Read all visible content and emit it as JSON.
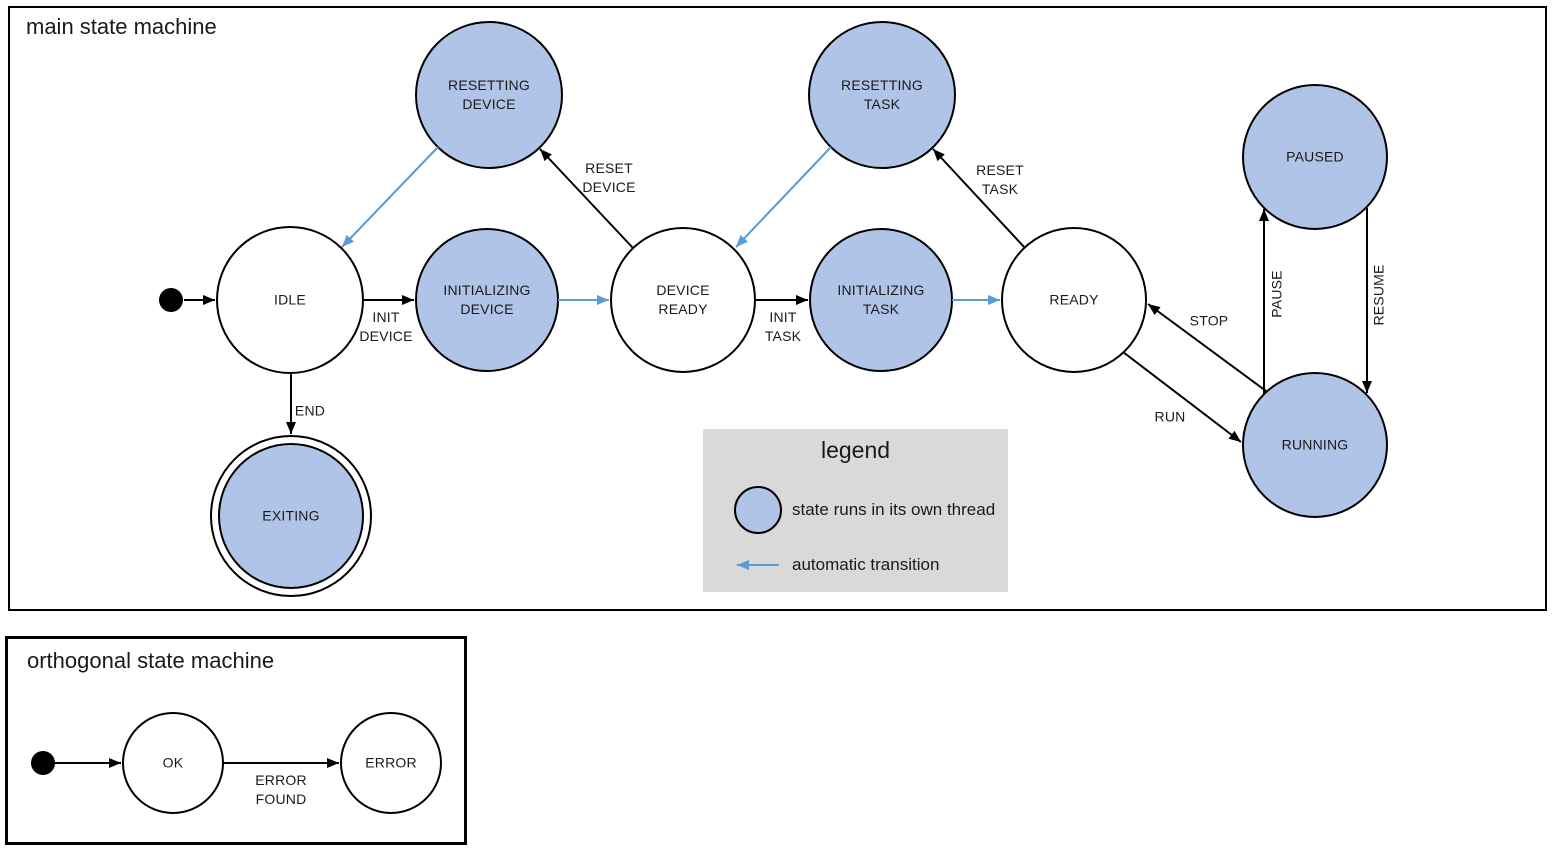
{
  "colors": {
    "thread_state_fill": "#b0c4e7",
    "plain_state_fill": "#ffffff",
    "automatic_arrow": "#5b9bd5",
    "legend_background": "#d9d9d9",
    "outline": "#000000"
  },
  "main_machine": {
    "title": "main state machine",
    "states": [
      {
        "id": "initial",
        "type": "initial",
        "label": "",
        "threaded": false
      },
      {
        "id": "idle",
        "type": "normal",
        "label": "IDLE",
        "threaded": false
      },
      {
        "id": "resetting-device",
        "type": "normal",
        "label": "RESETTING\nDEVICE",
        "threaded": true
      },
      {
        "id": "initializing-device",
        "type": "normal",
        "label": "INITIALIZING\nDEVICE",
        "threaded": true
      },
      {
        "id": "device-ready",
        "type": "normal",
        "label": "DEVICE\nREADY",
        "threaded": false
      },
      {
        "id": "resetting-task",
        "type": "normal",
        "label": "RESETTING\nTASK",
        "threaded": true
      },
      {
        "id": "initializing-task",
        "type": "normal",
        "label": "INITIALIZING\nTASK",
        "threaded": true
      },
      {
        "id": "ready",
        "type": "normal",
        "label": "READY",
        "threaded": false
      },
      {
        "id": "paused",
        "type": "normal",
        "label": "PAUSED",
        "threaded": true
      },
      {
        "id": "running",
        "type": "normal",
        "label": "RUNNING",
        "threaded": true
      },
      {
        "id": "exiting",
        "type": "final",
        "label": "EXITING",
        "threaded": true
      }
    ],
    "transitions": [
      {
        "from": "initial",
        "to": "idle",
        "label": "",
        "automatic": false
      },
      {
        "from": "idle",
        "to": "initializing-device",
        "label": "INIT\nDEVICE",
        "automatic": false
      },
      {
        "from": "initializing-device",
        "to": "device-ready",
        "label": "",
        "automatic": true
      },
      {
        "from": "device-ready",
        "to": "resetting-device",
        "label": "RESET\nDEVICE",
        "automatic": false
      },
      {
        "from": "resetting-device",
        "to": "idle",
        "label": "",
        "automatic": true
      },
      {
        "from": "device-ready",
        "to": "initializing-task",
        "label": "INIT\nTASK",
        "automatic": false
      },
      {
        "from": "initializing-task",
        "to": "ready",
        "label": "",
        "automatic": true
      },
      {
        "from": "ready",
        "to": "resetting-task",
        "label": "RESET\nTASK",
        "automatic": false
      },
      {
        "from": "resetting-task",
        "to": "device-ready",
        "label": "",
        "automatic": true
      },
      {
        "from": "ready",
        "to": "running",
        "label": "RUN",
        "automatic": false
      },
      {
        "from": "running",
        "to": "ready",
        "label": "STOP",
        "automatic": false
      },
      {
        "from": "running",
        "to": "paused",
        "label": "PAUSE",
        "automatic": false
      },
      {
        "from": "paused",
        "to": "running",
        "label": "RESUME",
        "automatic": false
      },
      {
        "from": "idle",
        "to": "exiting",
        "label": "END",
        "automatic": false
      }
    ]
  },
  "legend": {
    "title": "legend",
    "items": [
      {
        "symbol": "thread-state-circle",
        "label": "state runs in its own thread"
      },
      {
        "symbol": "automatic-transition-arrow",
        "label": "automatic transition"
      }
    ]
  },
  "orthogonal_machine": {
    "title": "orthogonal state machine",
    "states": [
      {
        "id": "initial",
        "type": "initial",
        "label": "",
        "threaded": false
      },
      {
        "id": "ok",
        "type": "normal",
        "label": "OK",
        "threaded": false
      },
      {
        "id": "error",
        "type": "normal",
        "label": "ERROR",
        "threaded": false
      }
    ],
    "transitions": [
      {
        "from": "initial",
        "to": "ok",
        "label": "",
        "automatic": false
      },
      {
        "from": "ok",
        "to": "error",
        "label": "ERROR\nFOUND",
        "automatic": false
      }
    ]
  }
}
